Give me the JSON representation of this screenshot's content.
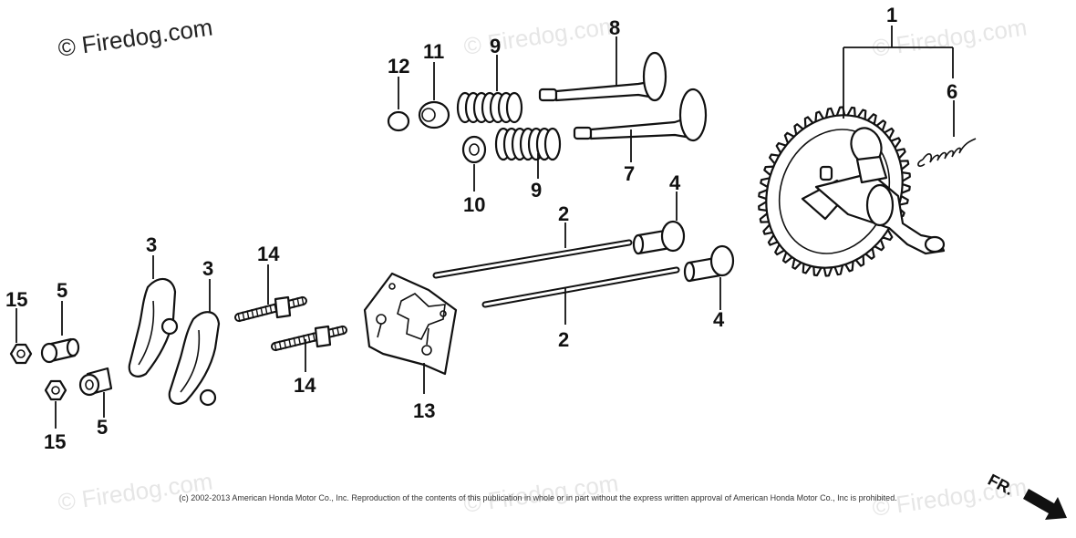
{
  "watermarks": {
    "top_left": "© Firedog.com",
    "faded": "© Firedog.com"
  },
  "copyright": "(c) 2002-2013 American Honda Motor Co., Inc. Reproduction of the contents of this publication in whole or in part without the express written approval of American Honda Motor Co., Inc is prohibited.",
  "direction_label": "FR.",
  "callouts": [
    "1",
    "2",
    "2",
    "3",
    "3",
    "4",
    "4",
    "5",
    "5",
    "6",
    "7",
    "8",
    "9",
    "9",
    "10",
    "11",
    "12",
    "13",
    "14",
    "14",
    "15",
    "15"
  ]
}
